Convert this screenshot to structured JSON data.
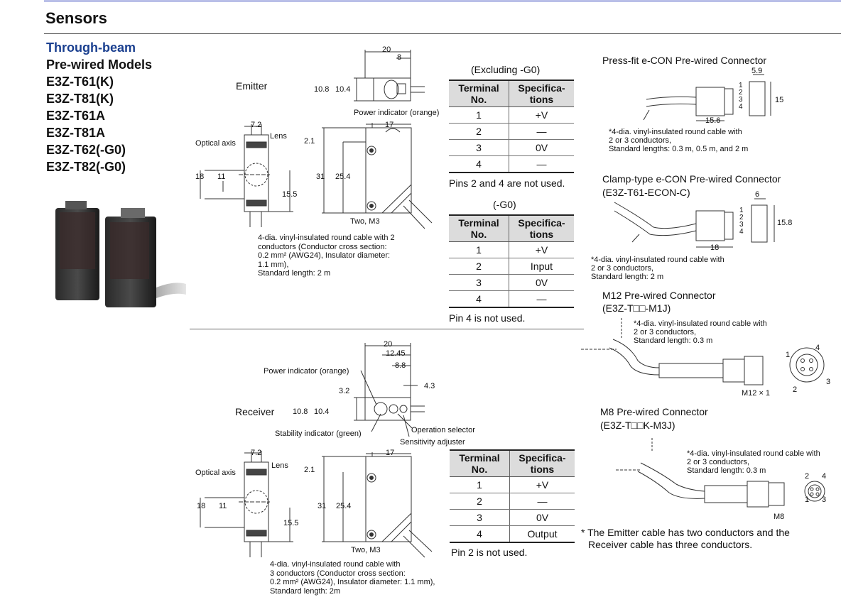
{
  "page": {
    "title": "Sensors",
    "category": "Through-beam",
    "models": [
      "Pre-wired Models",
      "E3Z-T61(K)",
      "E3Z-T81(K)",
      "E3Z-T61A",
      "E3Z-T81A",
      "E3Z-T62(-G0)",
      "E3Z-T82(-G0)"
    ]
  },
  "emitter": {
    "label": "Emitter",
    "dims": {
      "d20": "20",
      "d8": "8",
      "d108": "10.8",
      "d104": "10.4",
      "d72": "7.2",
      "d17": "17",
      "d21": "2.1",
      "d18": "18",
      "d11": "11",
      "d31": "31",
      "d254": "25.4",
      "d155": "15.5"
    },
    "power_indicator": "Power indicator (orange)",
    "optical_axis": "Optical axis",
    "lens": "Lens",
    "screws": "Two, M3",
    "cable_note": [
      "4-dia. vinyl-insulated round cable with 2",
      "conductors (Conductor cross section:",
      "0.2 mm² (AWG24), Insulator diameter:",
      "1.1 mm),",
      "Standard length: 2 m"
    ]
  },
  "receiver": {
    "label": "Receiver",
    "dims": {
      "d20": "20",
      "d1245": "12.45",
      "d88": "8.8",
      "d43": "4.3",
      "d32": "3.2",
      "d108": "10.8",
      "d104": "10.4",
      "d72": "7.2",
      "d17": "17",
      "d21": "2.1",
      "d18": "18",
      "d11": "11",
      "d31": "31",
      "d254": "25.4",
      "d155": "15.5"
    },
    "power_indicator": "Power indicator (orange)",
    "stability_indicator": "Stability indicator (green)",
    "operation_selector": "Operation selector",
    "sensitivity_adjuster": "Sensitivity adjuster",
    "optical_axis": "Optical axis",
    "lens": "Lens",
    "screws": "Two, M3",
    "cable_note": [
      "4-dia. vinyl-insulated round cable with",
      "3 conductors (Conductor cross section:",
      "0.2 mm² (AWG24), Insulator diameter: 1.1 mm),",
      "Standard length: 2m"
    ]
  },
  "tables": {
    "t1": {
      "caption": "(Excluding -G0)",
      "headers": [
        "Terminal No.",
        "Specifica-tions"
      ],
      "rows": [
        [
          "1",
          "+V"
        ],
        [
          "2",
          "—"
        ],
        [
          "3",
          "0V"
        ],
        [
          "4",
          "—"
        ]
      ],
      "note": "Pins 2 and 4 are not used."
    },
    "t2": {
      "caption": "(-G0)",
      "headers": [
        "Terminal No.",
        "Specifica-tions"
      ],
      "rows": [
        [
          "1",
          "+V"
        ],
        [
          "2",
          "Input"
        ],
        [
          "3",
          "0V"
        ],
        [
          "4",
          "—"
        ]
      ],
      "note": "Pin 4 is not used."
    },
    "t3": {
      "headers": [
        "Terminal No.",
        "Specifica-tions"
      ],
      "rows": [
        [
          "1",
          "+V"
        ],
        [
          "2",
          "—"
        ],
        [
          "3",
          "0V"
        ],
        [
          "4",
          "Output"
        ]
      ],
      "note": "Pin 2 is not used."
    }
  },
  "connectors": {
    "press_fit": {
      "title": "Press-fit e-CON Pre-wired Connector",
      "dims": {
        "w": "5.9",
        "h": "15",
        "l": "15.6"
      },
      "pins": [
        "1",
        "2",
        "3",
        "4"
      ],
      "note": [
        "*4-dia. vinyl-insulated round cable with",
        "2 or 3 conductors,",
        "Standard lengths: 0.3 m, 0.5 m, and 2 m"
      ]
    },
    "clamp": {
      "title": "Clamp-type e-CON Pre-wired Connector",
      "model": "(E3Z-T61-ECON-C)",
      "dims": {
        "w": "6",
        "h": "15.8",
        "l": "18"
      },
      "pins": [
        "1",
        "2",
        "3",
        "4"
      ],
      "note": [
        "*4-dia. vinyl-insulated round cable with",
        "2 or 3 conductors,",
        "Standard length: 2 m"
      ]
    },
    "m12": {
      "title": "M12 Pre-wired Connector",
      "model": "(E3Z-T□□-M1J)",
      "thread": "M12 × 1",
      "pins": [
        "1",
        "2",
        "3",
        "4"
      ],
      "note": [
        "*4-dia. vinyl-insulated round cable with",
        "2 or 3 conductors,",
        "Standard length: 0.3 m"
      ]
    },
    "m8": {
      "title": "M8 Pre-wired Connector",
      "model": "(E3Z-T□□K-M3J)",
      "thread": "M8",
      "pins": [
        "1",
        "2",
        "3",
        "4"
      ],
      "note": [
        "*4-dia. vinyl-insulated round cable with",
        "2 or 3 conductors,",
        "Standard length: 0.3 m"
      ]
    }
  },
  "footnote": [
    "* The Emitter cable has two conductors and the",
    "Receiver cable has three conductors."
  ],
  "colors": {
    "heading_blue": "#1a3f8f",
    "table_header": "#dcdcdc",
    "top_rule": "#b9bfe8"
  }
}
